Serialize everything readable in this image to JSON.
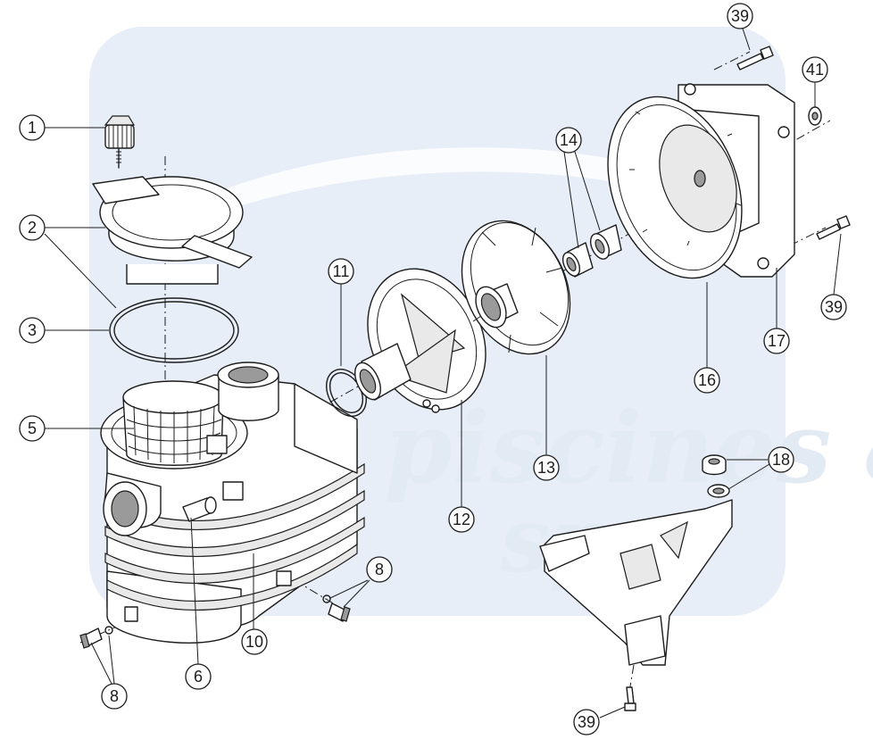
{
  "watermark": {
    "line1": "piscines &",
    "line2": "spa"
  },
  "callouts": {
    "c1": "1",
    "c2": "2",
    "c3": "3",
    "c5": "5",
    "c6": "6",
    "c8a": "8",
    "c8b": "8",
    "c10": "10",
    "c11": "11",
    "c12": "12",
    "c13": "13",
    "c14": "14",
    "c16": "16",
    "c17": "17",
    "c18": "18",
    "c39a": "39",
    "c39b": "39",
    "c39c": "39",
    "c41": "41"
  }
}
